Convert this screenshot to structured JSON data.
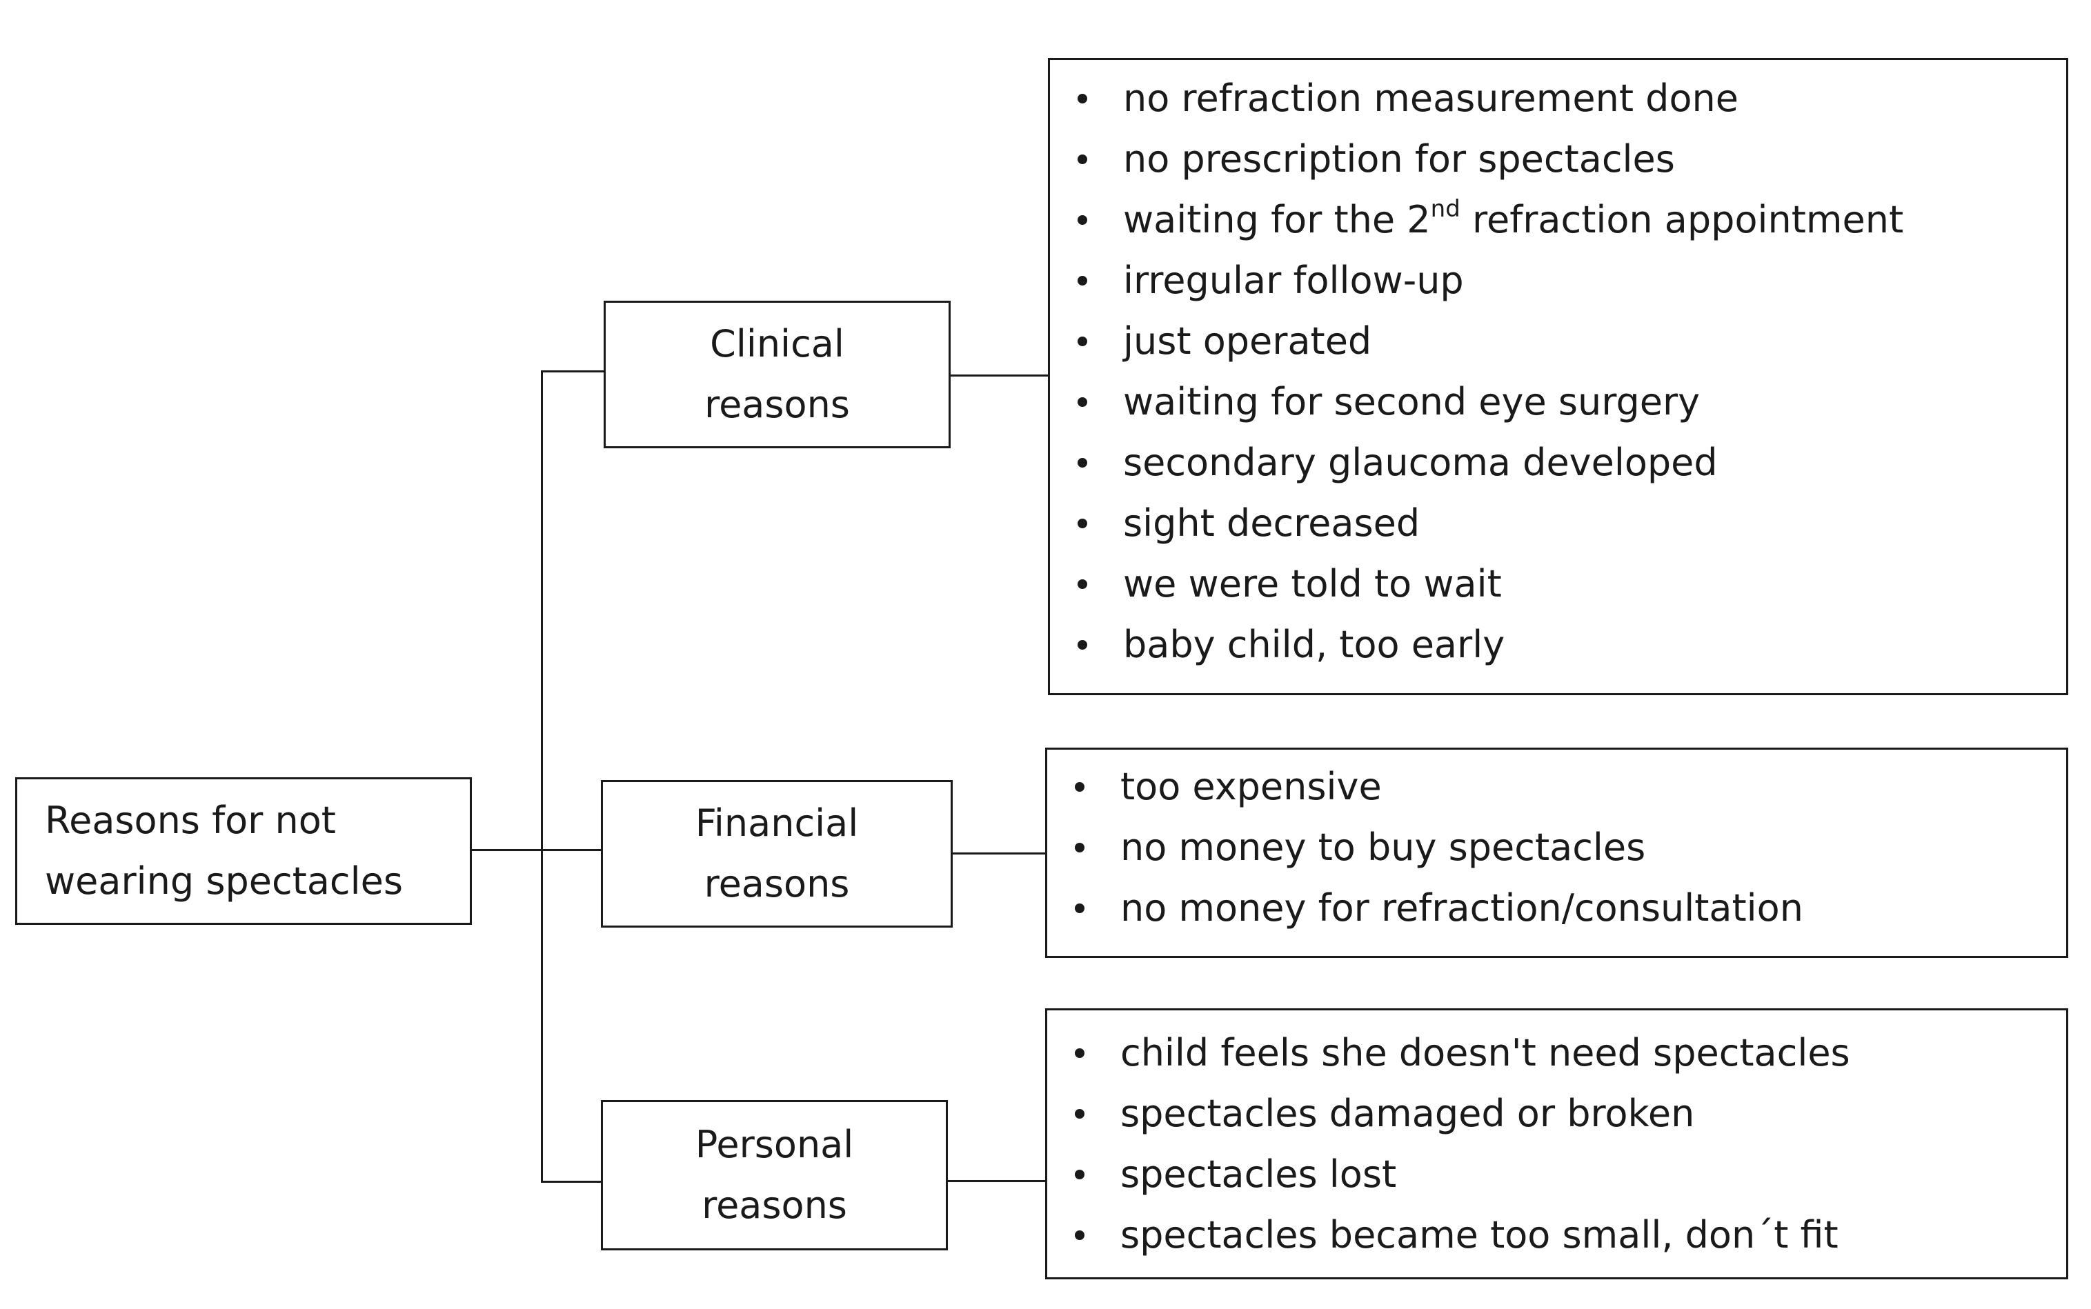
{
  "root": {
    "line1": "Reasons for not",
    "line2": "wearing spectacles"
  },
  "categories": [
    {
      "line1": "Clinical",
      "line2": "reasons",
      "items": [
        "no refraction measurement done",
        "no prescription for spectacles",
        {
          "pre": "waiting for the 2",
          "sup": "nd",
          "post": " refraction appointment"
        },
        "irregular follow-up",
        "just operated",
        "waiting for second eye surgery",
        "secondary glaucoma developed",
        "sight decreased",
        "we were told to wait",
        "baby child, too early"
      ]
    },
    {
      "line1": "Financial",
      "line2": "reasons",
      "items": [
        "too expensive",
        "no money to buy spectacles",
        "no money for refraction/consultation"
      ]
    },
    {
      "line1": "Personal",
      "line2": "reasons",
      "items": [
        "child feels she doesn't need spectacles",
        "spectacles damaged or broken",
        "spectacles lost",
        "spectacles became too small, don´t fit"
      ]
    }
  ]
}
